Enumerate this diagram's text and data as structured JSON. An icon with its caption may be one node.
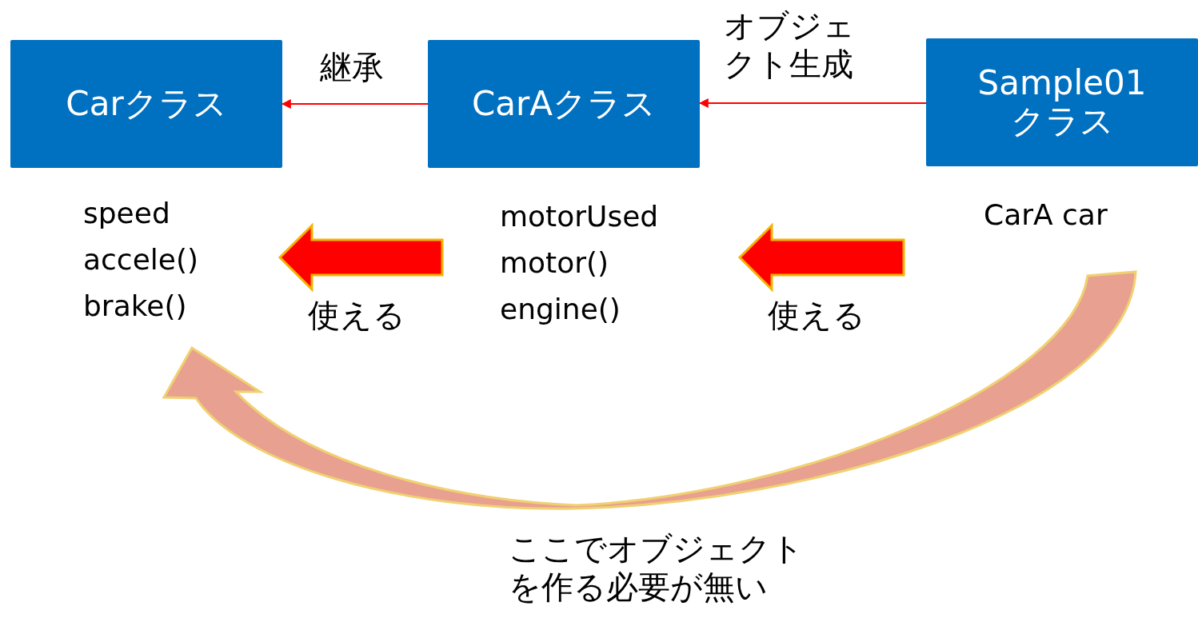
{
  "diagram": {
    "nodes": [
      {
        "text": [
          "Carクラス"
        ]
      },
      {
        "text": [
          "CarAクラス"
        ]
      },
      {
        "text": [
          "Sample01 クラス"
        ]
      },
      {
        "text": [
          "speed",
          "accele()",
          "brake()"
        ]
      },
      {
        "text": [
          "motorUsed",
          "motor()",
          "engine()"
        ]
      },
      {
        "text": [
          "CarA car"
        ]
      }
    ],
    "edges": [
      {
        "from": 1,
        "to": 0,
        "arrow": "to",
        "label": "継承",
        "color": "#ff0000"
      },
      {
        "from": 2,
        "to": 1,
        "arrow": "to",
        "label": "オブジェクト生成",
        "color": "#ff0000"
      },
      {
        "from": 4,
        "to": 3,
        "arrow": "to",
        "label": "使える",
        "style": "thick",
        "color": "#ff0000"
      },
      {
        "from": 5,
        "to": 4,
        "arrow": "to",
        "label": "使える",
        "style": "thick",
        "color": "#ff0000"
      },
      {
        "from": 5,
        "to": 3,
        "arrow": "to",
        "label": "ここでオブジェクトを作る必要が無い",
        "style": "thick",
        "color": "#e8a090"
      }
    ]
  }
}
